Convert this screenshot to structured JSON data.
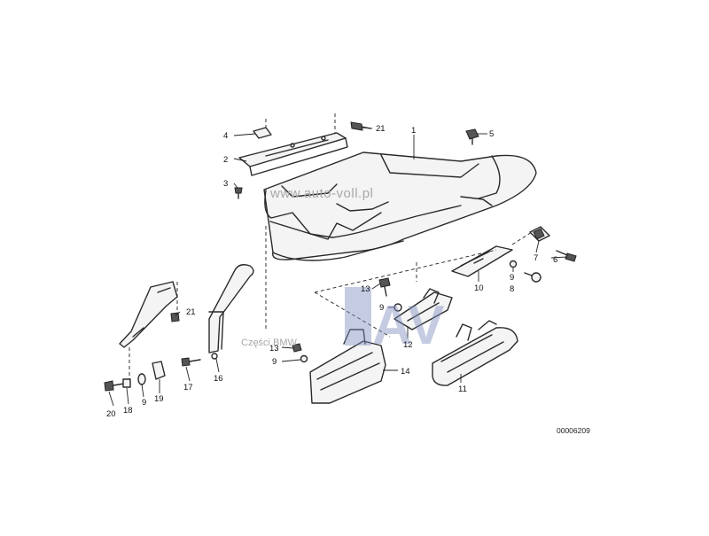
{
  "diagram": {
    "part_numbers": [
      {
        "id": "1",
        "label": "1"
      },
      {
        "id": "2",
        "label": "2"
      },
      {
        "id": "3",
        "label": "3"
      },
      {
        "id": "4",
        "label": "4"
      },
      {
        "id": "5",
        "label": "5"
      },
      {
        "id": "6",
        "label": "6"
      },
      {
        "id": "7",
        "label": "7"
      },
      {
        "id": "8",
        "label": "8"
      },
      {
        "id": "9a",
        "label": "9"
      },
      {
        "id": "9b",
        "label": "9"
      },
      {
        "id": "9c",
        "label": "9"
      },
      {
        "id": "9d",
        "label": "9"
      },
      {
        "id": "10",
        "label": "10"
      },
      {
        "id": "11",
        "label": "11"
      },
      {
        "id": "12",
        "label": "12"
      },
      {
        "id": "13a",
        "label": "13"
      },
      {
        "id": "13b",
        "label": "13"
      },
      {
        "id": "14",
        "label": "14"
      },
      {
        "id": "16",
        "label": "16"
      },
      {
        "id": "17",
        "label": "17"
      },
      {
        "id": "18",
        "label": "18"
      },
      {
        "id": "19",
        "label": "19"
      },
      {
        "id": "20",
        "label": "20"
      },
      {
        "id": "21a",
        "label": "21"
      },
      {
        "id": "21b",
        "label": "21"
      }
    ],
    "drawing_code": "00006209",
    "watermark": {
      "url": "www.auto-voll.pl",
      "logo_text": "AV",
      "subtitle": "Części BMW",
      "logo_color": "#7f8fbf"
    }
  }
}
